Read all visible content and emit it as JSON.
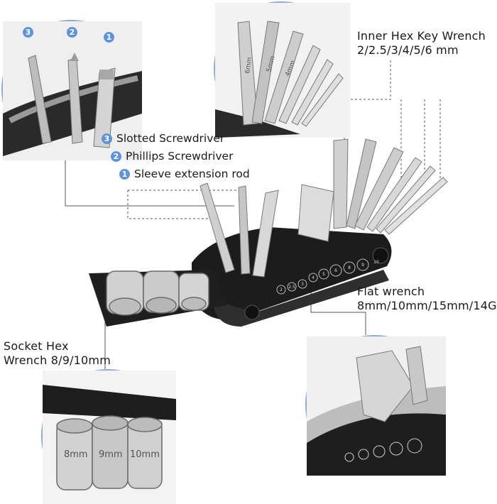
{
  "callouts": {
    "hex_key": {
      "title": "Inner Hex Key Wrench",
      "sizes": "2/2.5/3/4/5/6 mm"
    },
    "screwdrivers": [
      {
        "num": "3",
        "label": "Slotted Screwdriver"
      },
      {
        "num": "2",
        "label": "Phillips Screwdriver"
      },
      {
        "num": "1",
        "label": "Sleeve extension rod"
      }
    ],
    "flat_wrench": {
      "title": "Flat wrench",
      "sizes": "8mm/10mm/15mm/14G"
    },
    "socket": {
      "title": "Socket Hex",
      "sizes": "Wrench 8/9/10mm"
    }
  },
  "detail_badges": [
    "3",
    "2",
    "1"
  ],
  "engravings": {
    "hex_keys": [
      "6mm",
      "5mm",
      "4mm"
    ],
    "body_sizes": [
      "2",
      "2.5",
      "3",
      "4",
      "5",
      "6",
      "8",
      "9",
      "10"
    ],
    "sockets": [
      "8mm",
      "9mm",
      "10mm"
    ]
  },
  "colors": {
    "accent": "#5f93d6",
    "ring": "#8aa9d6",
    "steel": "#c9c9c9",
    "body": "#1c1c1c"
  }
}
